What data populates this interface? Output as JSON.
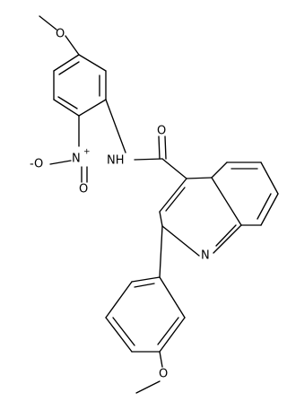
{
  "labels": {
    "amide_oxygen": "O",
    "amide_nh": "NH",
    "quinoline_n": "N",
    "nitro_n": "N",
    "nitro_plus": "+",
    "nitro_o_double": "O",
    "nitro_o_minus": "-O",
    "methoxy_o_top": "O",
    "methoxy_o_bottom": "O"
  }
}
